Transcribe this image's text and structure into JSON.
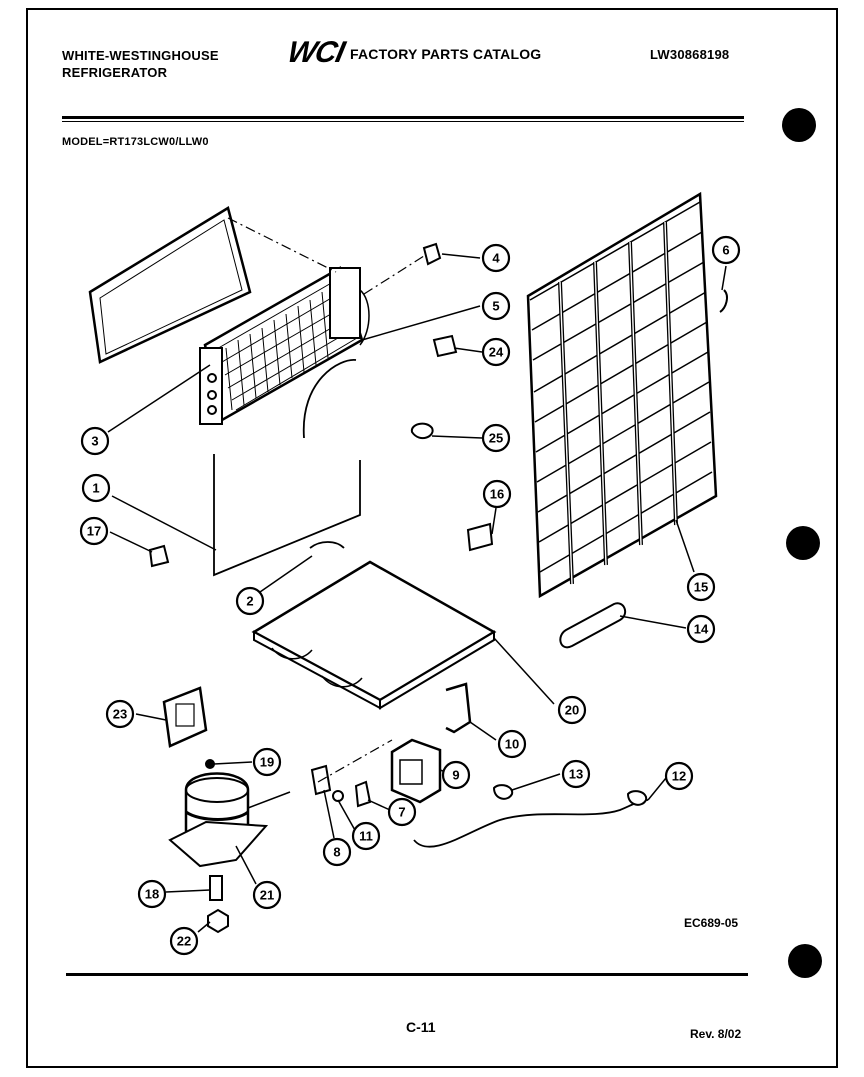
{
  "header": {
    "brand_line1": "WHITE-WESTINGHOUSE",
    "brand_line2": "REFRIGERATOR",
    "logo_text": "WCI",
    "catalog_title": "FACTORY PARTS CATALOG",
    "catalog_number": "LW30868198",
    "model": "MODEL=RT173LCW0/LLW0"
  },
  "figure_code": "EC689-05",
  "footer": {
    "page_number": "C-11",
    "revision": "Rev. 8/02"
  },
  "callouts": [
    "1",
    "2",
    "3",
    "4",
    "5",
    "6",
    "7",
    "8",
    "9",
    "10",
    "11",
    "12",
    "13",
    "14",
    "15",
    "16",
    "17",
    "18",
    "19",
    "20",
    "21",
    "22",
    "23",
    "24",
    "25"
  ]
}
